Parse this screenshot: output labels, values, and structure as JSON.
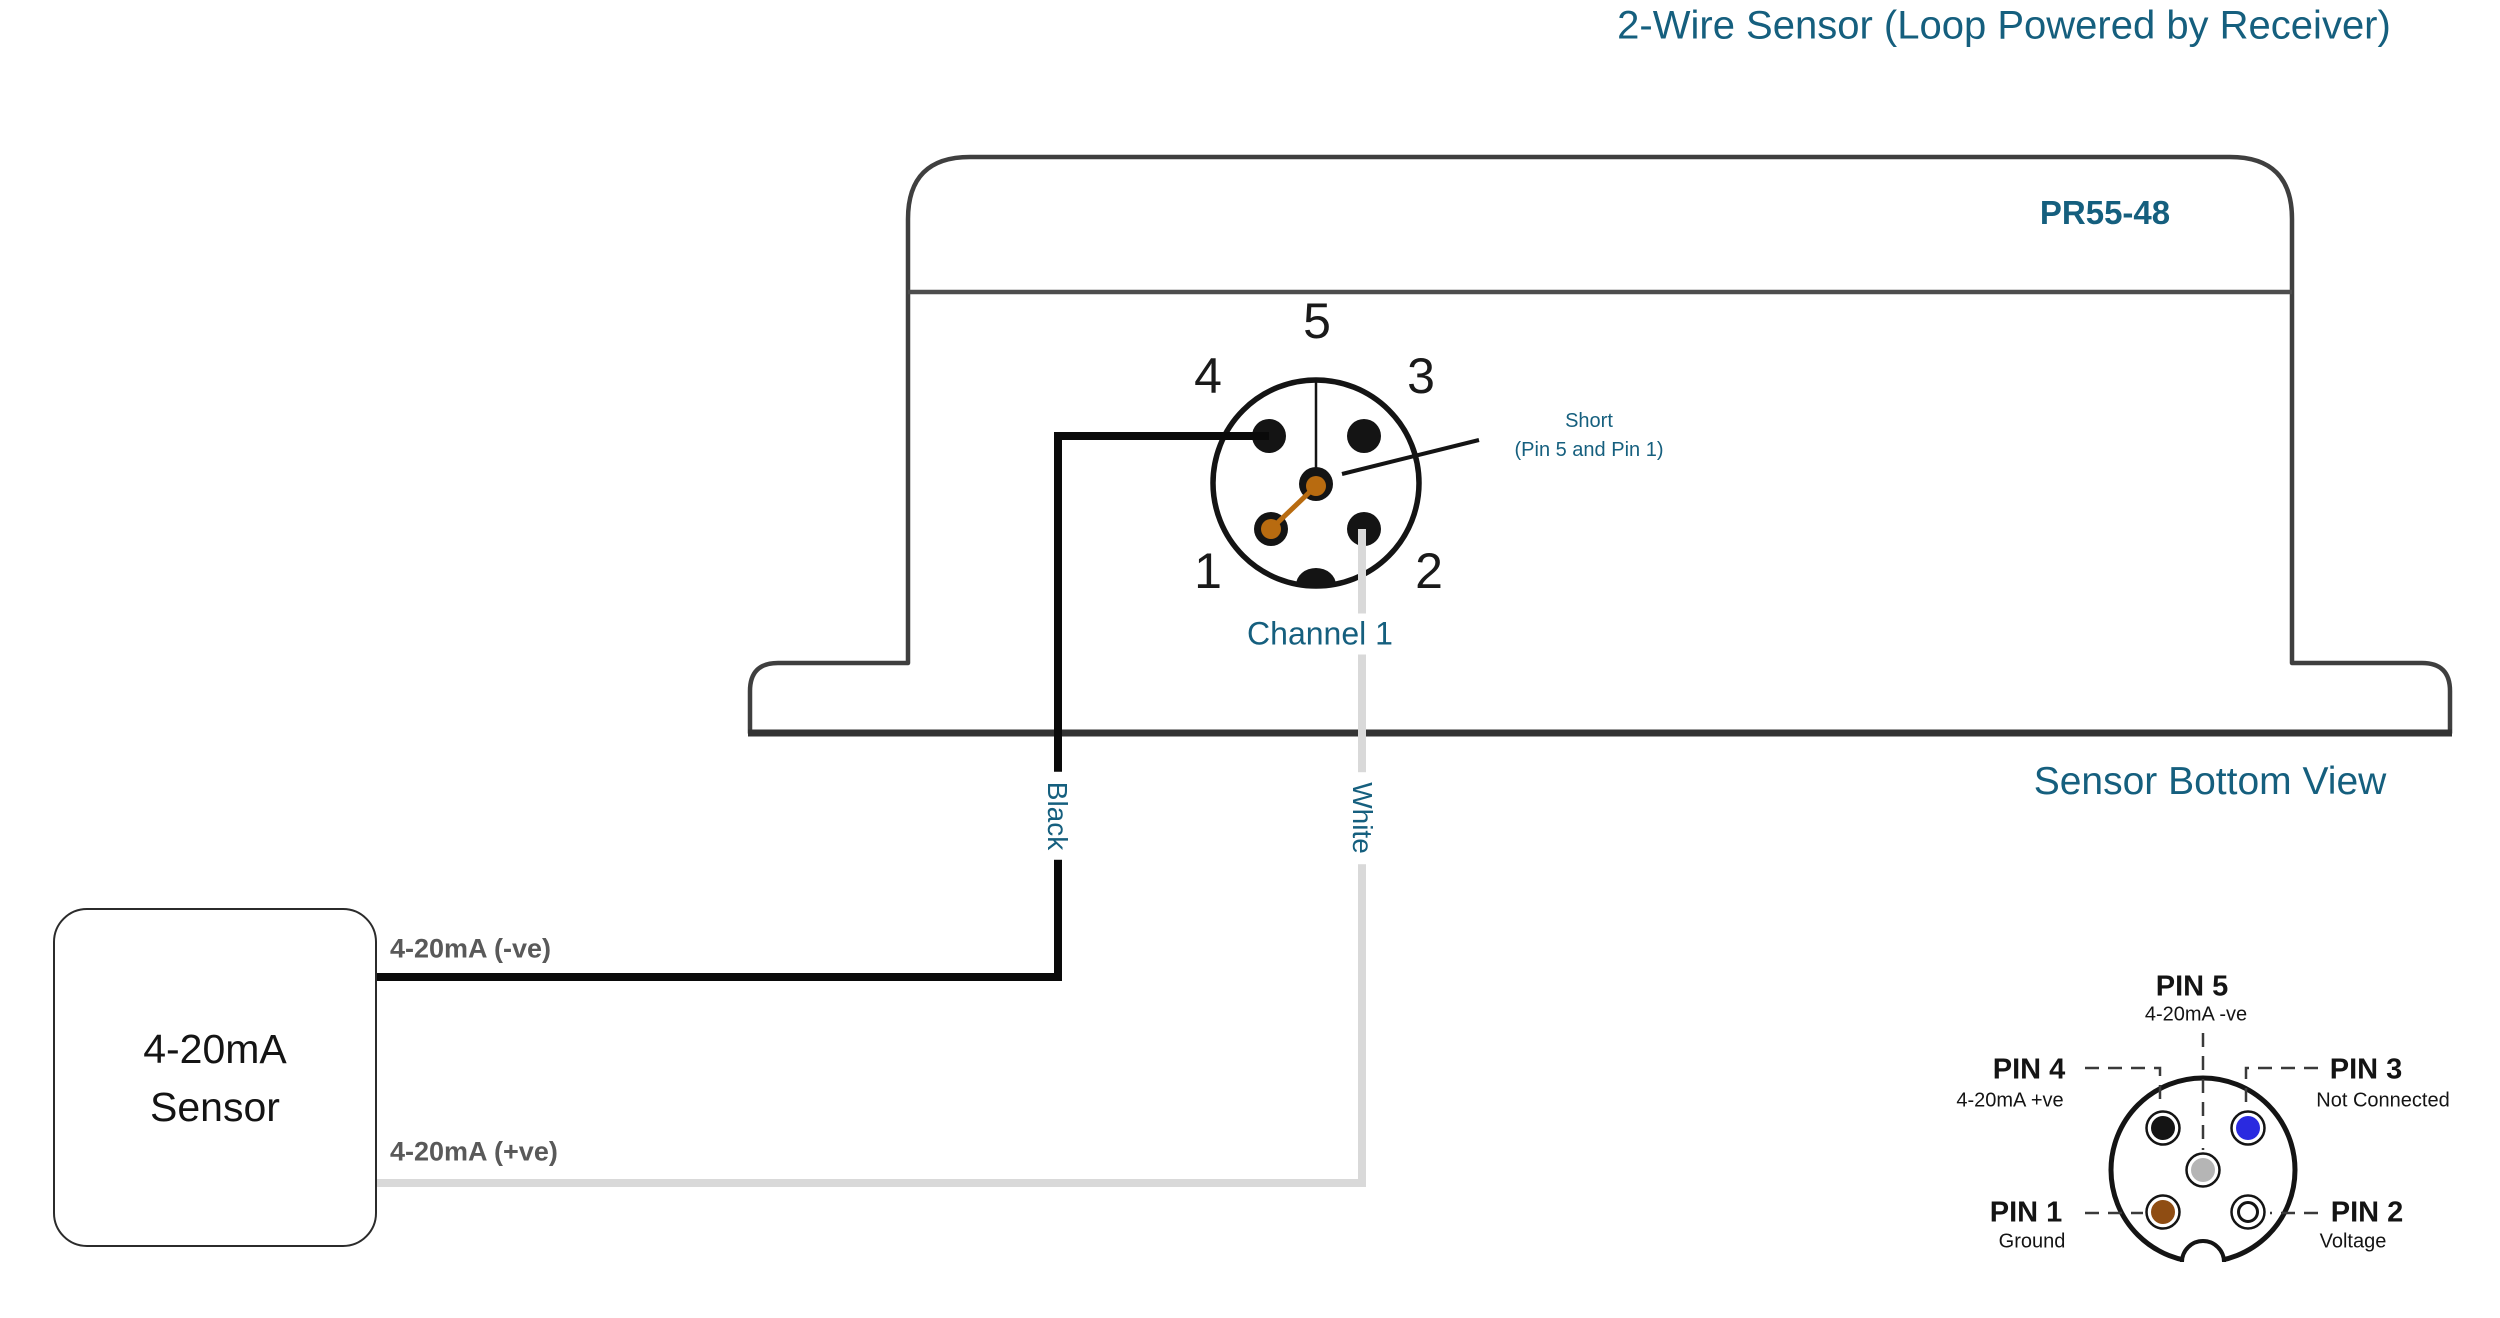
{
  "title": "2-Wire Sensor (Loop Powered by Receiver)",
  "device": {
    "model": "PR55-48",
    "view_label": "Sensor Bottom View"
  },
  "connector": {
    "label": "Channel 1",
    "pin_numbers": {
      "p1": "1",
      "p2": "2",
      "p3": "3",
      "p4": "4",
      "p5": "5"
    },
    "short_note": {
      "line1": "Short",
      "line2": "(Pin 5 and Pin 1)"
    }
  },
  "wires": {
    "black": {
      "name": "Black",
      "signal": "4-20mA (-ve)"
    },
    "white": {
      "name": "White",
      "signal": "4-20mA (+ve)"
    }
  },
  "sensor": {
    "line1": "4-20mA",
    "line2": "Sensor"
  },
  "pinout": {
    "pins": [
      {
        "name": "PIN 5",
        "function": "4-20mA -ve",
        "color": "#B5B5B5"
      },
      {
        "name": "PIN 4",
        "function": "4-20mA +ve",
        "color": "#141414"
      },
      {
        "name": "PIN 3",
        "function": "Not Connected",
        "color": "#2A2AE0"
      },
      {
        "name": "PIN 1",
        "function": "Ground",
        "color": "#8F4D13"
      },
      {
        "name": "PIN 2",
        "function": "Voltage",
        "color": "#FFFFFF"
      }
    ]
  },
  "colors": {
    "accent": "#155F7E",
    "short_jumper": "#B86B10",
    "white_wire": "#D9D9D9",
    "signal_label": "#595959",
    "outline": "#3F3F3F"
  }
}
